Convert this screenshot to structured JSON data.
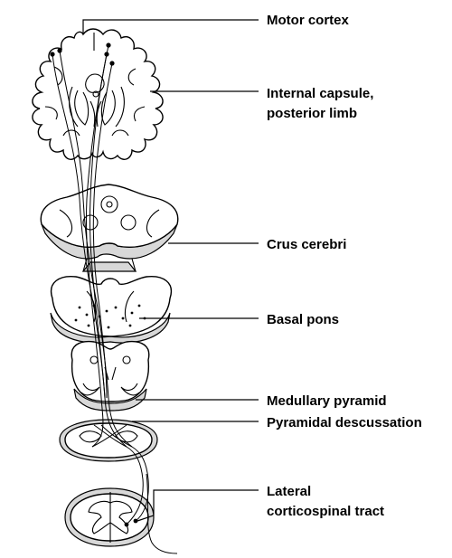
{
  "labels": {
    "motor_cortex": "Motor cortex",
    "internal_capsule_1": "Internal capsule,",
    "internal_capsule_2": "posterior limb",
    "crus_cerebri": "Crus cerebri",
    "basal_pons": "Basal pons",
    "medullary_pyramid": "Medullary pyramid",
    "pyramidal_decussation": "Pyramidal descussation",
    "lateral_cst_1": "Lateral",
    "lateral_cst_2": "corticospinal tract"
  }
}
